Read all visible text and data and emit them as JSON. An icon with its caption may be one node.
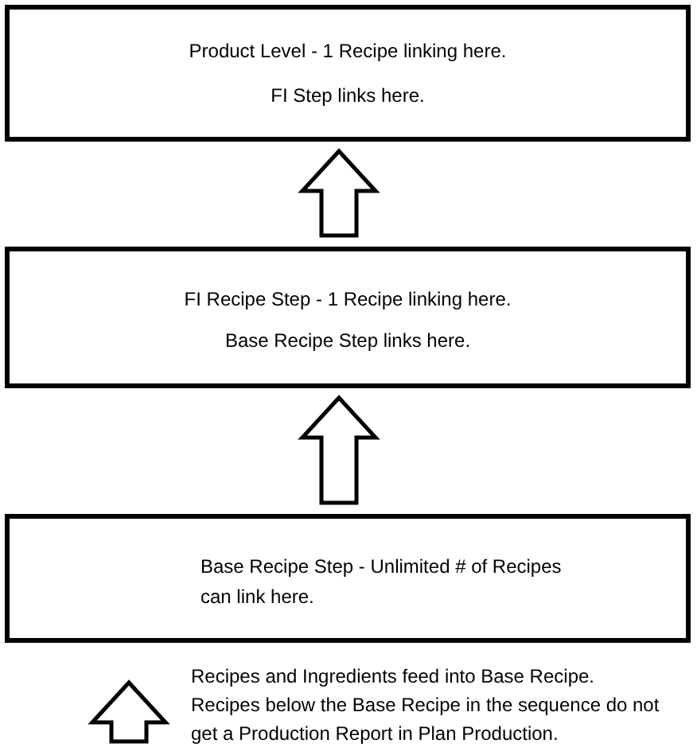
{
  "diagram": {
    "nodes": [
      {
        "text": [
          "Product Level - 1 Recipe linking here.",
          "FI Step links here."
        ]
      },
      {
        "text": [
          "FI Recipe Step - 1 Recipe linking here.",
          "Base Recipe Step links here."
        ]
      },
      {
        "text": [
          "Base Recipe Step - Unlimited # of Recipes can link here."
        ]
      }
    ],
    "edges": [
      {
        "from": 1,
        "to": 0,
        "arrow": "to"
      },
      {
        "from": 2,
        "to": 1,
        "arrow": "to"
      },
      {
        "from": null,
        "to": 2,
        "arrow": "to"
      }
    ],
    "labels": [
      "Recipes and Ingredients feed into Base Recipe. Recipes below the Base Recipe in the sequence do not get a Production Report in Plan Production."
    ]
  }
}
